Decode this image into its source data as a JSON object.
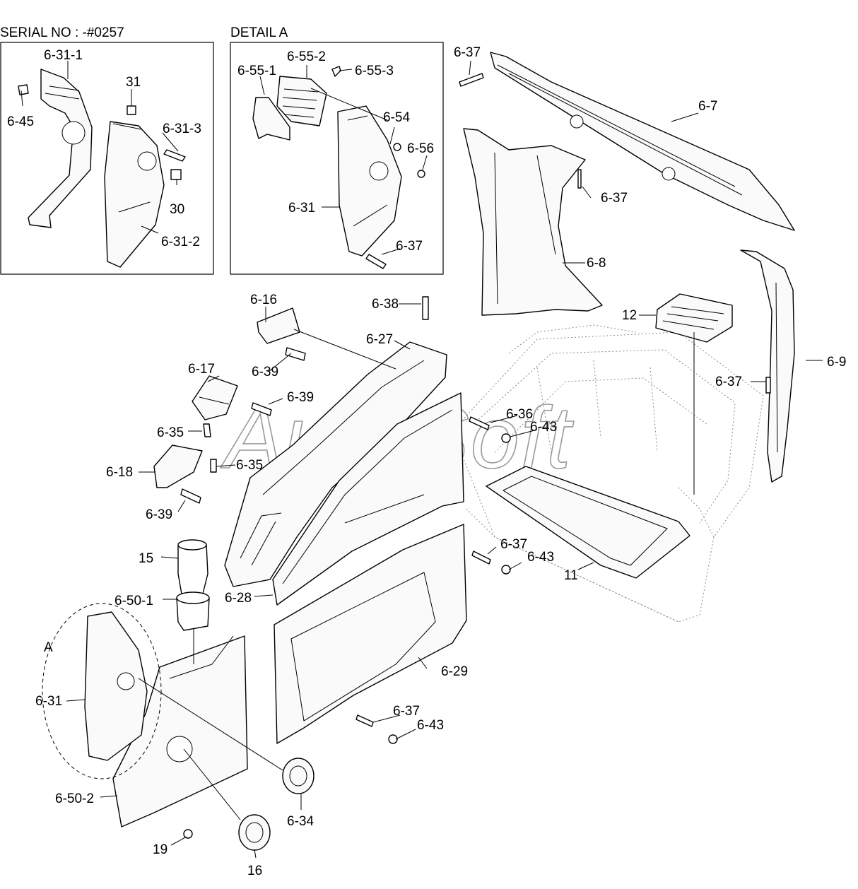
{
  "headers": {
    "serial": "SERIAL NO : -#0257",
    "detail": "DETAIL A"
  },
  "watermark": "AutoSoft",
  "detail_marker": "A",
  "callouts": {
    "c_6_31_1": "6-31-1",
    "c_6_45": "6-45",
    "c_31": "31",
    "c_6_31_3": "6-31-3",
    "c_30": "30",
    "c_6_31_2": "6-31-2",
    "c_6_55_1": "6-55-1",
    "c_6_55_2": "6-55-2",
    "c_6_55_3": "6-55-3",
    "c_6_54": "6-54",
    "c_6_56": "6-56",
    "c_6_31_a": "6-31",
    "c_6_37_a": "6-37",
    "c_6_37_b": "6-37",
    "c_6_7": "6-7",
    "c_6_37_c": "6-37",
    "c_6_8": "6-8",
    "c_12": "12",
    "c_6_9": "6-9",
    "c_6_37_d": "6-37",
    "c_6_16": "6-16",
    "c_6_38": "6-38",
    "c_6_27": "6-27",
    "c_6_39_a": "6-39",
    "c_6_17": "6-17",
    "c_6_39_b": "6-39",
    "c_6_36": "6-36",
    "c_6_43_a": "6-43",
    "c_6_35_a": "6-35",
    "c_6_35_b": "6-35",
    "c_6_18": "6-18",
    "c_6_39_c": "6-39",
    "c_6_37_e": "6-37",
    "c_6_43_b": "6-43",
    "c_15": "15",
    "c_11": "11",
    "c_6_28": "6-28",
    "c_6_50_1": "6-50-1",
    "c_6_29": "6-29",
    "c_6_31_b": "6-31",
    "c_6_37_f": "6-37",
    "c_6_43_c": "6-43",
    "c_6_50_2": "6-50-2",
    "c_6_34": "6-34",
    "c_19": "19",
    "c_16": "16"
  }
}
